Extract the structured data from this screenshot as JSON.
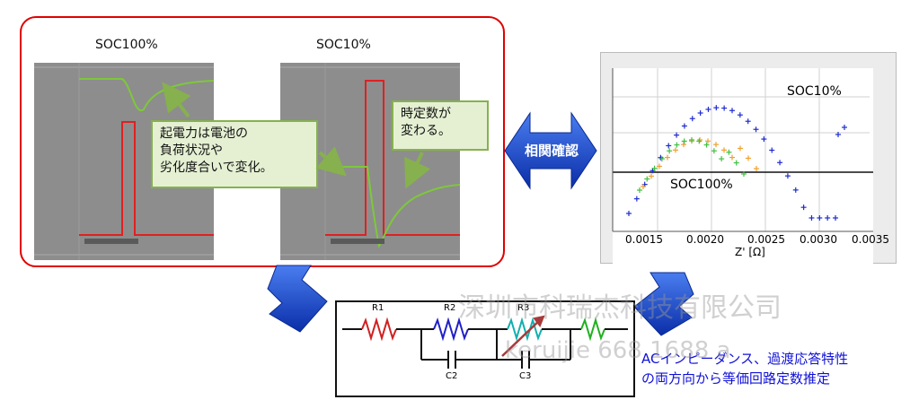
{
  "panels": {
    "left_label": "SOC100%",
    "right_label": "SOC10%"
  },
  "notes": {
    "emf_line1": "起電力は電池の",
    "emf_line2": "負荷状況や",
    "emf_line3": "劣化度合いで変化。",
    "tc_line1": "時定数が",
    "tc_line2": "変わる。"
  },
  "correlation_label": "相関確認",
  "nyquist": {
    "soc10_label": "SOC10%",
    "soc100_label": "SOC100%",
    "x_ticks": [
      "0.0015",
      "0.0020",
      "0.0025",
      "0.0030",
      "0.0035"
    ],
    "xlabel": "Z' [Ω]"
  },
  "circuit": {
    "r1": "R1",
    "r2": "R2",
    "r3": "R3",
    "c2": "C2",
    "c3": "C3"
  },
  "conclusion": {
    "line1": "ACインピーダンス、過渡応答特性",
    "line2": "の両方向から等価回路定数推定"
  },
  "watermark": {
    "line1": "深圳市科瑞杰科技有限公司",
    "line2": "keruijie 668 1688 a"
  },
  "colors": {
    "frame_red": "#e00000",
    "arrow_blue": "#1e4fd8",
    "note_fill": "#e5f0d3",
    "trace_green": "#7ec83a",
    "trace_red": "#e02020"
  }
}
